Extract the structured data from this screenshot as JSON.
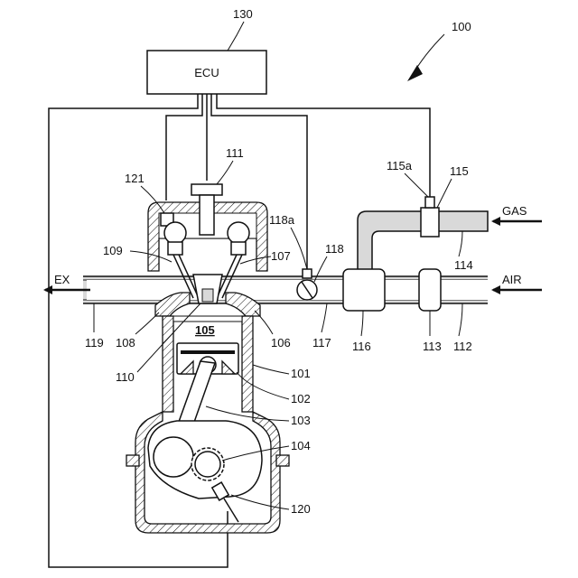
{
  "diagram": {
    "system_ref": "100",
    "ecu": {
      "label": "ECU",
      "ref": "130"
    },
    "labels": {
      "injector": "111",
      "valve_actuator": "121",
      "exhaust_valve": "109",
      "intake_valve": "107",
      "throttle_sensor": "118a",
      "throttle": "118",
      "gas_valve_sensor": "115a",
      "gas_valve": "115",
      "gas_pipe": "114",
      "air_pipe": "112",
      "mixer": "116",
      "air_filter": "113",
      "intake_manifold": "117",
      "exhaust_pipe": "119",
      "exhaust_port": "108",
      "intake_port": "106",
      "combustion_chamber": "105",
      "prechamber": "110",
      "cylinder": "101",
      "piston": "102",
      "connecting_rod": "103",
      "crankshaft": "104",
      "crank_sensor": "120"
    },
    "flows": {
      "exhaust": "EX",
      "gas": "GAS",
      "air": "AIR"
    }
  }
}
